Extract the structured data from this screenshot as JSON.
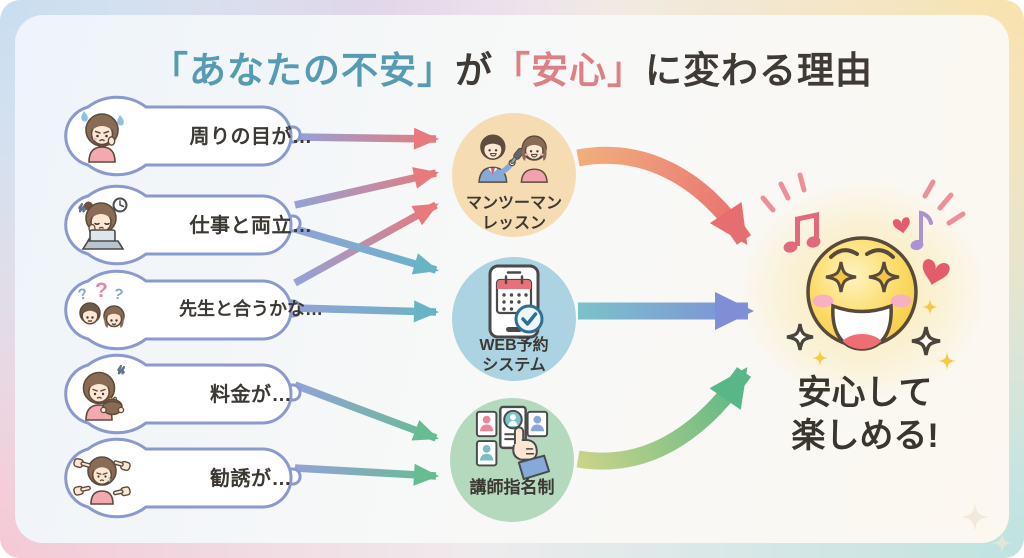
{
  "title": {
    "part1": "「あなたの不安」",
    "part2": "が",
    "part3": "「安心」",
    "part4": "に変わる理由"
  },
  "worries": [
    {
      "label": "周りの目が…",
      "icon": "worried-woman-sweat-icon"
    },
    {
      "label": "仕事と両立…",
      "icon": "busy-woman-laptop-clock-icon"
    },
    {
      "label": "先生と合うかな…",
      "icon": "couple-question-marks-icon"
    },
    {
      "label": "料金が…",
      "icon": "woman-holding-purse-icon"
    },
    {
      "label": "勧誘が…",
      "icon": "woman-pressured-by-hands-icon"
    }
  ],
  "solutions": [
    {
      "line1": "マンツーマン",
      "line2": "レッスン",
      "icon": "one-on-one-lesson-icon",
      "bg": "#f6dcb2"
    },
    {
      "line1": "WEB予約",
      "line2": "システム",
      "icon": "web-booking-phone-icon",
      "bg": "#abd3e2"
    },
    {
      "line1": "講師指名制",
      "icon": "instructor-selection-icon",
      "bg": "#b4d9bd"
    }
  ],
  "result": {
    "line1": "安心して",
    "line2": "楽しめる!",
    "icon": "sparkling-excited-face-icon",
    "decorations": [
      "music-notes",
      "hearts",
      "sparkle-stars",
      "radiating-lines"
    ]
  },
  "connections": {
    "left": [
      {
        "from": "周りの目が…",
        "to": "マンツーマンレッスン"
      },
      {
        "from": "仕事と両立…",
        "to": "マンツーマンレッスン"
      },
      {
        "from": "仕事と両立…",
        "to": "WEB予約システム"
      },
      {
        "from": "先生と合うかな…",
        "to": "マンツーマンレッスン"
      },
      {
        "from": "先生と合うかな…",
        "to": "WEB予約システム"
      },
      {
        "from": "料金が…",
        "to": "講師指名制"
      },
      {
        "from": "勧誘が…",
        "to": "講師指名制"
      }
    ],
    "right": [
      {
        "from": "マンツーマンレッスン",
        "to": "安心して楽しめる!"
      },
      {
        "from": "WEB予約システム",
        "to": "安心して楽しめる!"
      },
      {
        "from": "講師指名制",
        "to": "安心して楽しめる!"
      }
    ]
  },
  "colors": {
    "title_accent_teal": "#569bb4",
    "title_accent_pink": "#dc8085",
    "bubble_border": "#8a99cf",
    "arrow_start_purple": "#93a2d6",
    "arrow_red": "#e8797c",
    "arrow_teal": "#68b4c4",
    "arrow_green": "#66bd92",
    "arrow_blue_head": "#7e8fd6",
    "circle1_bg": "#f6dcb2",
    "circle2_bg": "#abd3e2",
    "circle3_bg": "#b4d9bd",
    "emoji_yellow": "#fbd95e"
  }
}
